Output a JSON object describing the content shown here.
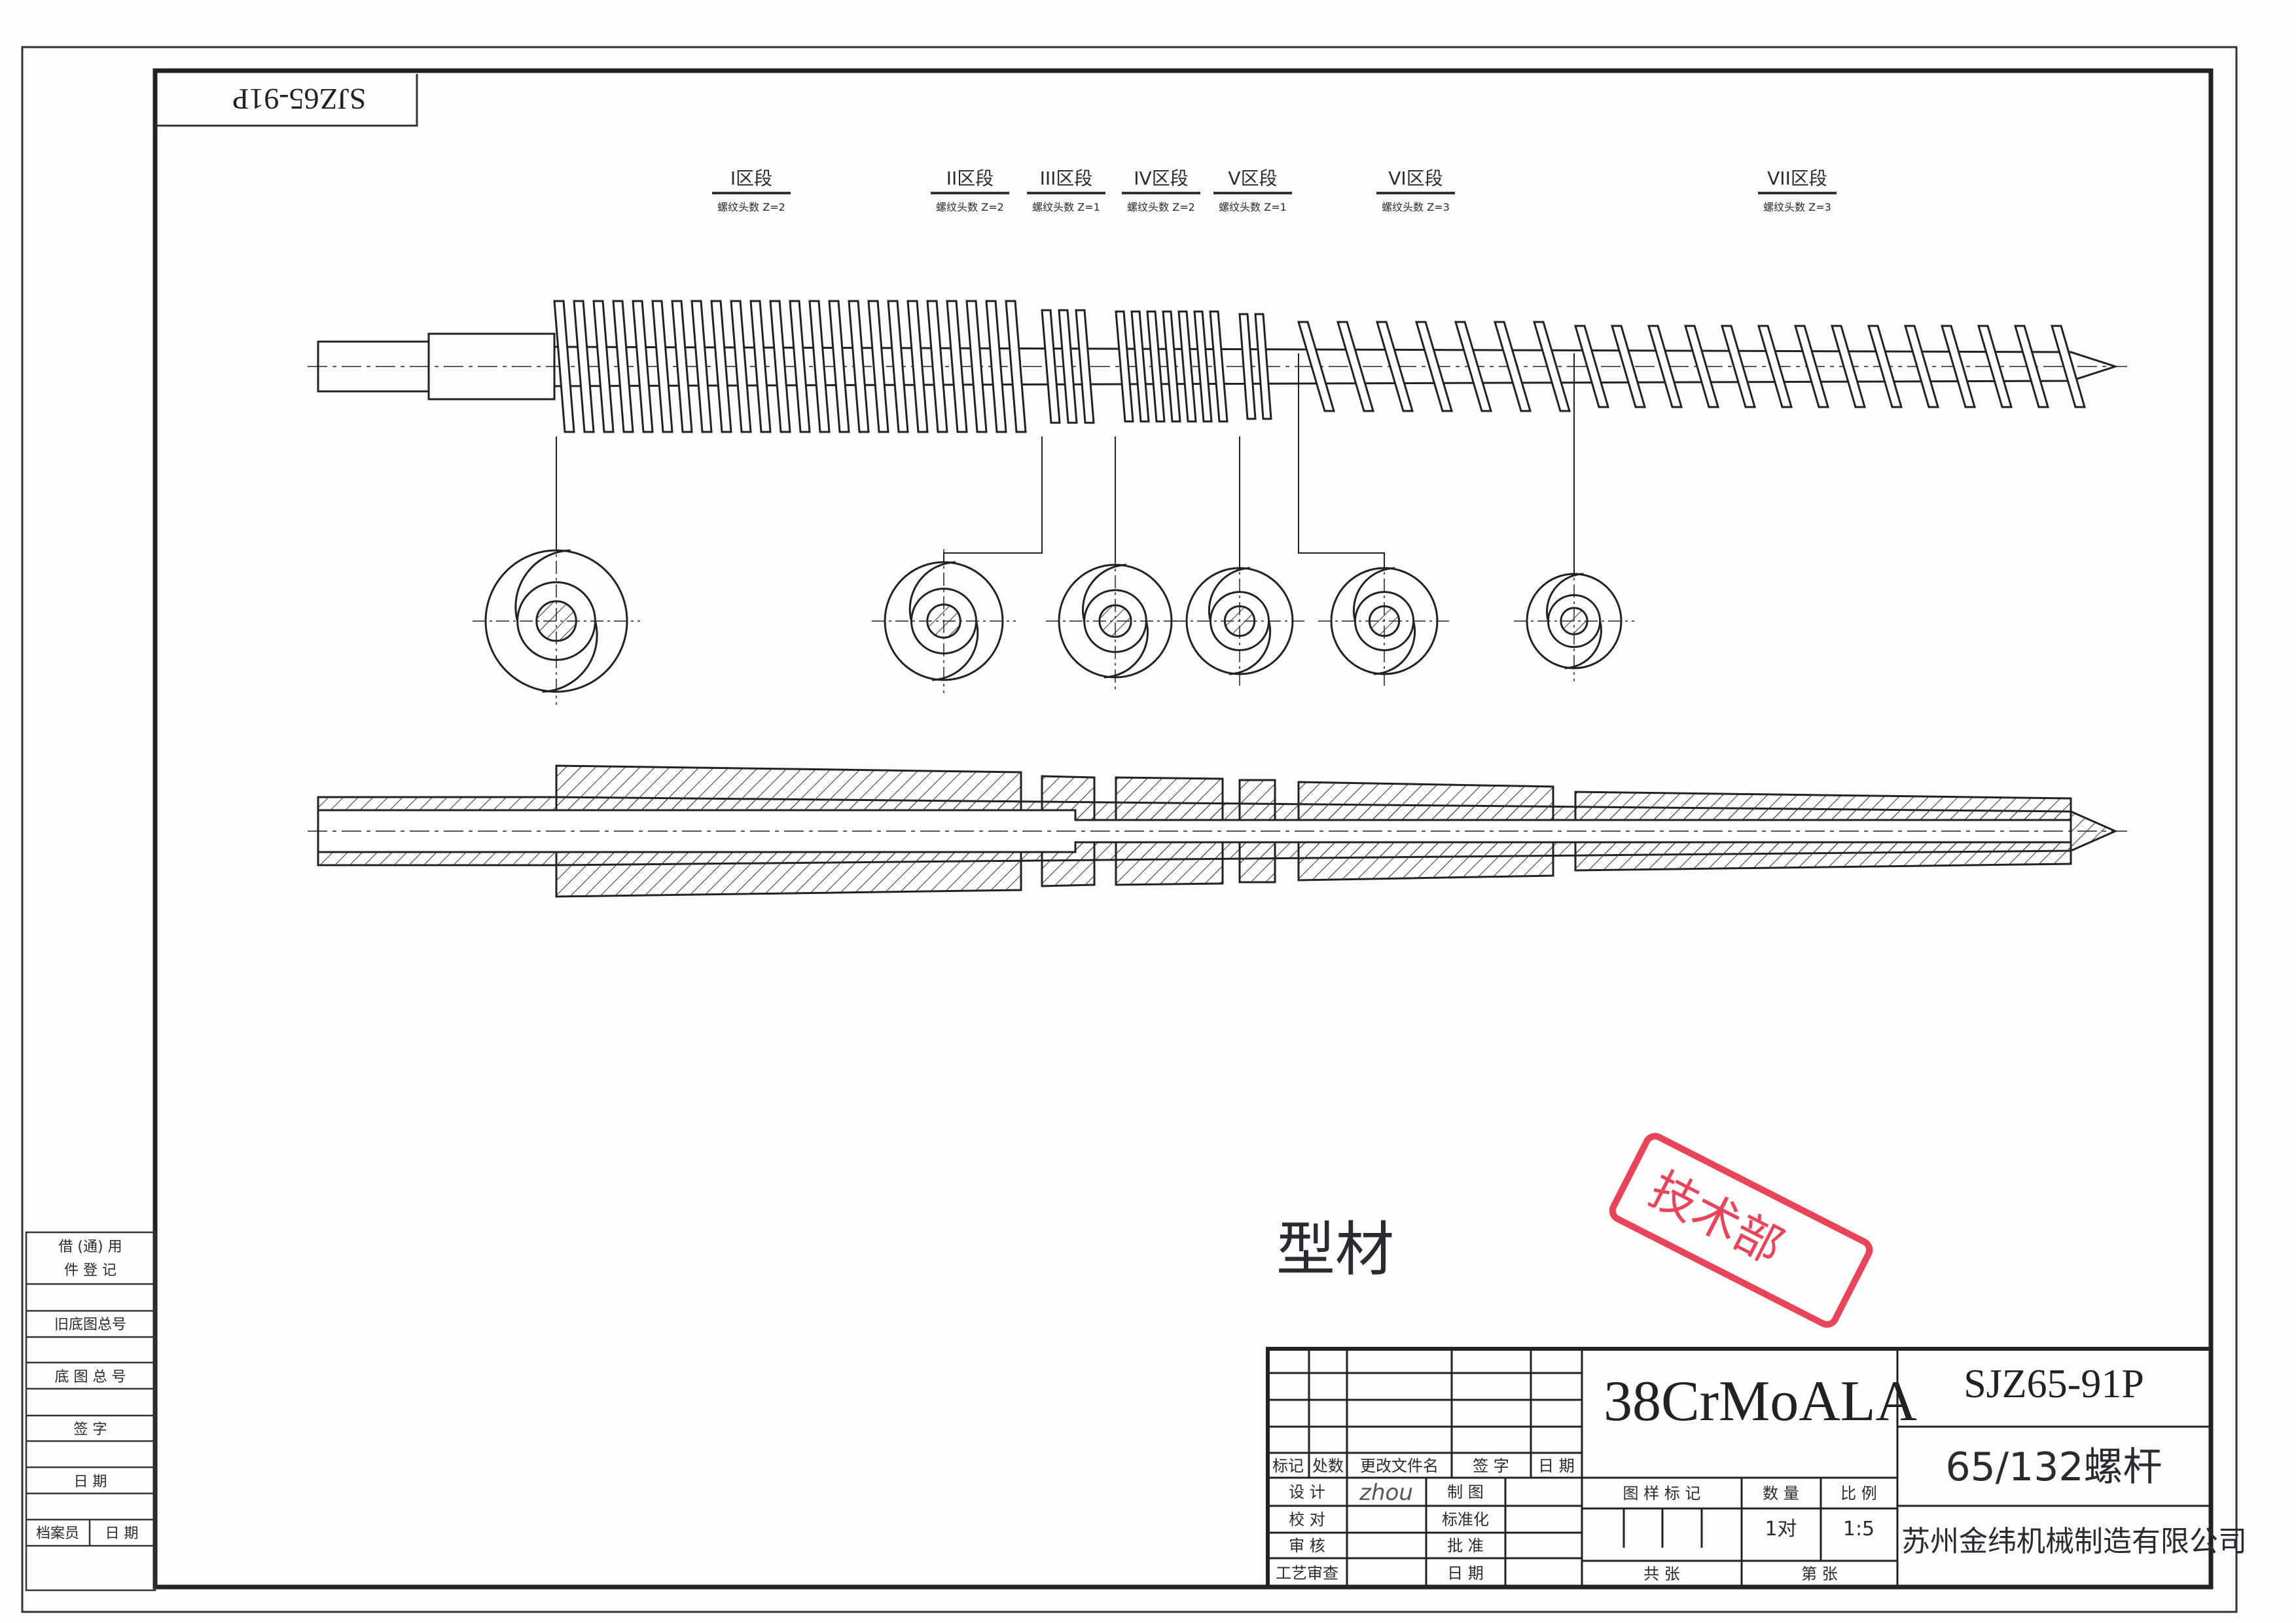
{
  "drawing": {
    "rotated_code": "SJZ65-91P",
    "note": "型材",
    "stamp_text": "技术部",
    "sections": [
      {
        "label": "I区段",
        "thread": "螺纹头数 Z=2"
      },
      {
        "label": "II区段",
        "thread": "螺纹头数 Z=2"
      },
      {
        "label": "III区段",
        "thread": "螺纹头数 Z=1"
      },
      {
        "label": "IV区段",
        "thread": "螺纹头数 Z=2"
      },
      {
        "label": "V区段",
        "thread": "螺纹头数 Z=1"
      },
      {
        "label": "VI区段",
        "thread": "螺纹头数 Z=3"
      },
      {
        "label": "VII区段",
        "thread": "螺纹头数 Z=3"
      }
    ]
  },
  "side_column": {
    "borrow_1": "借 (通) 用",
    "borrow_2": "件  登  记",
    "old_base_no": "旧底图总号",
    "base_no": "底 图 总 号",
    "signature": "签    字",
    "date": "日    期",
    "archivist": "档案员",
    "archivist_date": "日  期"
  },
  "title_block": {
    "material": "38CrMoALA",
    "drawing_no": "SJZ65-91P",
    "part_name": "65/132螺杆",
    "company": "苏州金纬机械制造有限公司",
    "headers": {
      "mark": "标记",
      "count": "处数",
      "change_doc": "更改文件名",
      "sign": "签 字",
      "date": "日 期"
    },
    "rows": {
      "design": "设 计",
      "check": "校 对",
      "review": "审 核",
      "process": "工艺审查",
      "draw": "制 图",
      "standard": "标准化",
      "approve": "批 准",
      "date": "日 期"
    },
    "design_signature": "zhou",
    "pattern_mark": "图 样 标 记",
    "quantity_label": "数 量",
    "scale_label": "比 例",
    "quantity": "1对",
    "scale": "1:5",
    "total_sheets": "共    张",
    "sheet_no": "第    张"
  }
}
